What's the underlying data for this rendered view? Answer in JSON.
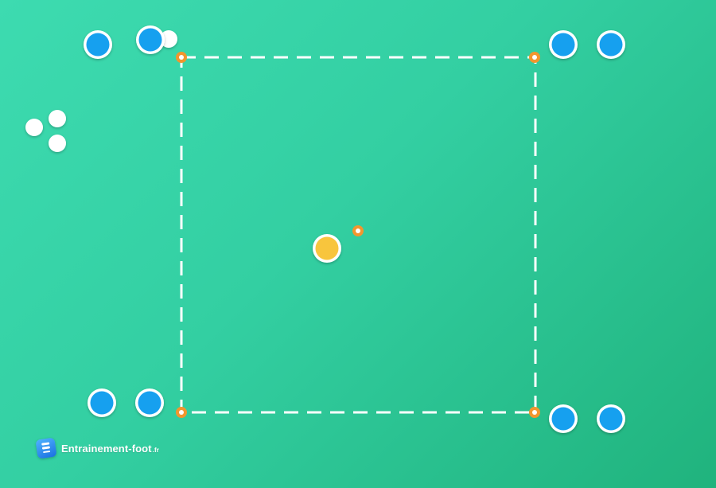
{
  "diagram": {
    "background_color": "#33cfa2",
    "square_line_color": "#ffffff",
    "player_color": "#12a0ef",
    "coach_color": "#f8c53e",
    "cone_color": "#f2962e",
    "ball_color": "#ffffff",
    "counts": {
      "blue_players": 8,
      "yellow_players": 1,
      "cones": 5,
      "balls": 4
    }
  },
  "logo": {
    "icon": "entrainement-foot-logo-icon",
    "text": "Entrainement-foot",
    "suffix": ".fr"
  }
}
